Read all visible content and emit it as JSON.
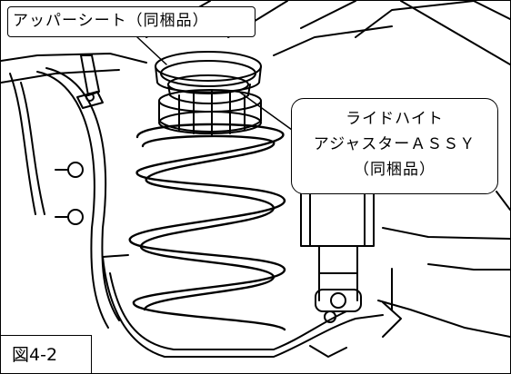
{
  "labels": {
    "upper_seat": "アッパーシート（同梱品）",
    "ride_height_line1": "ライドハイト",
    "ride_height_line2": "アジャスターＡＳＳＹ",
    "ride_height_line3": "（同梱品）",
    "figure_number": "図4-2"
  }
}
